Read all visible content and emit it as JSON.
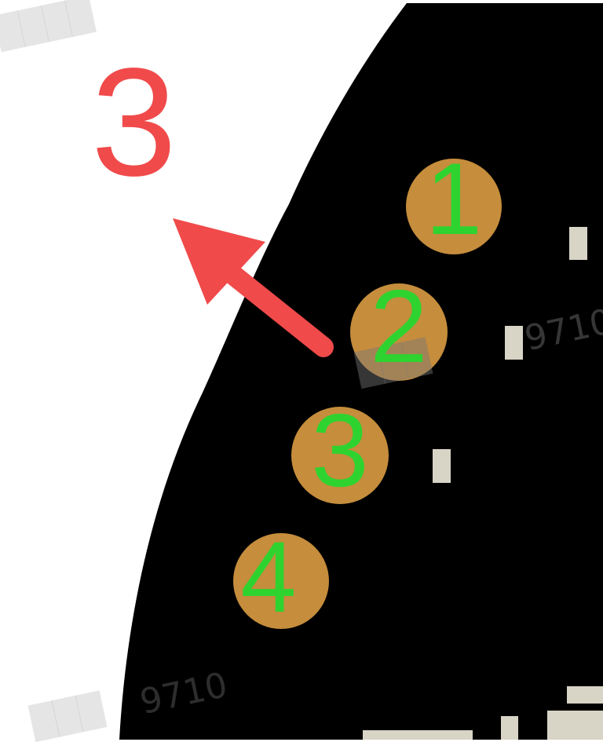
{
  "diagram": {
    "callout_label": "3",
    "pads": [
      {
        "label": "1"
      },
      {
        "label": "2"
      },
      {
        "label": "3"
      },
      {
        "label": "4"
      }
    ],
    "watermark_text": "9710",
    "colors": {
      "board": "#000000",
      "pad": "#c58d3c",
      "pad_label": "#2fd32f",
      "callout": "#f04a4a",
      "component": "#d8d4c6"
    }
  }
}
